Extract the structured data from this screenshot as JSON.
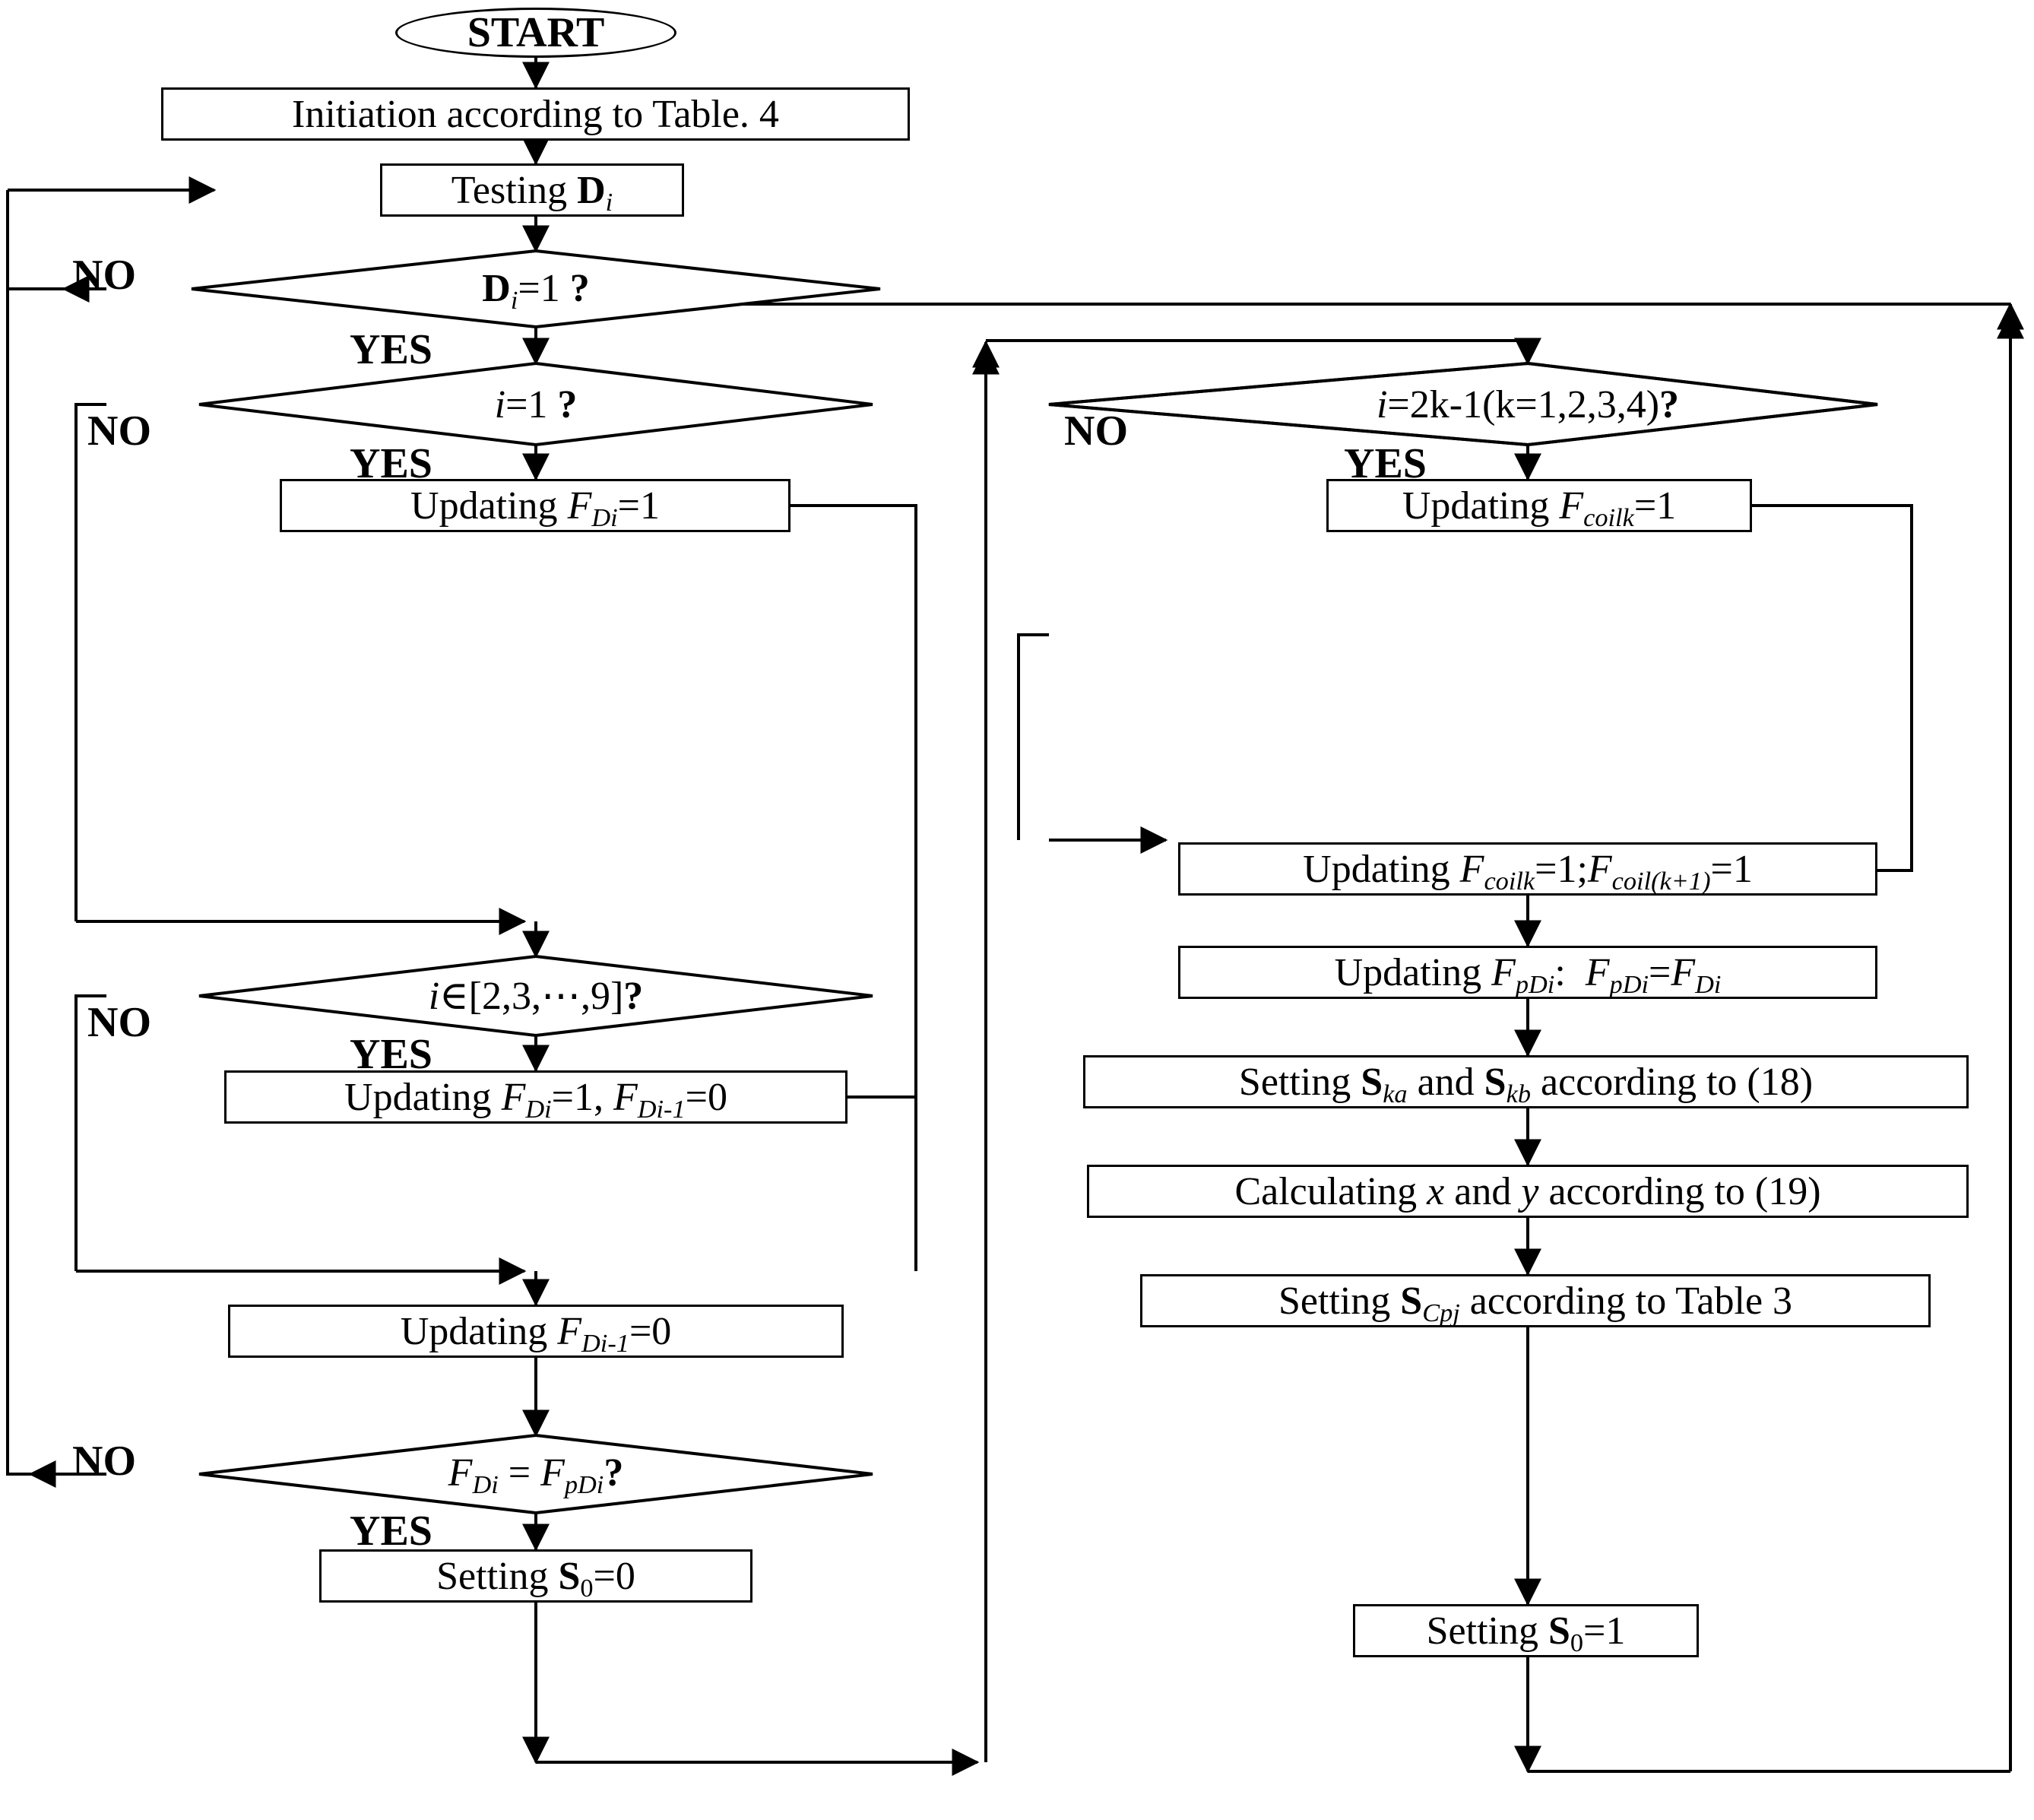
{
  "diagram": {
    "title": "Control algorithm flowchart",
    "background": "#ffffff",
    "stroke": "#000000"
  },
  "nodes": {
    "start": {
      "label": "START",
      "shape": "terminator"
    },
    "init": {
      "label": "Initiation according to Table. 4",
      "shape": "process"
    },
    "testing": {
      "label_html": "Testing <b>D</b><sub><i>i</i></sub>",
      "shape": "process"
    },
    "d_eq_1": {
      "label_html": "<b>D</b><sub><i>i</i></sub>=1 <b>?</b>",
      "shape": "decision"
    },
    "i_eq_1": {
      "label_html": "<i>i</i>=1 <b>?</b>",
      "shape": "decision"
    },
    "upd_fdi_1": {
      "label_html": "Updating <i>F</i><sub><i>Di</i></sub>=1",
      "shape": "process"
    },
    "i_in_range": {
      "label_html": "<i>i</i>∈[2,3,⋯,9]<b>?</b>",
      "shape": "decision"
    },
    "upd_fdi_fdi1": {
      "label_html": "Updating <i>F</i><sub><i>Di</i></sub>=1, <i>F</i><sub><i>Di-1</i></sub>=0",
      "shape": "process"
    },
    "upd_fdi1_0": {
      "label_html": "Updating <i>F</i><sub><i>Di-1</i></sub>=0",
      "shape": "process"
    },
    "fdi_eq_fpdi": {
      "label_html": "<i>F</i><sub><i>Di</i></sub> = <i>F</i><sub><i>pDi</i></sub><b>?</b>",
      "shape": "decision"
    },
    "set_s0_0": {
      "label_html": "Setting <b>S</b><sub>0</sub>=0",
      "shape": "process"
    },
    "i_eq_2k": {
      "label_html": "<i>i</i>=2k-1(k=1,2,3,4)<b>?</b>",
      "shape": "decision"
    },
    "upd_fcoilk": {
      "label_html": "Updating <i>F</i><sub><i>coilk</i></sub>=1",
      "shape": "process"
    },
    "upd_fcoilk_k1": {
      "label_html": "Updating <i>F</i><sub><i>coilk</i></sub>=1;<i>F</i><sub><i>coil(k+1)</i></sub>=1",
      "shape": "process"
    },
    "upd_fpdi": {
      "label_html": "Updating <i>F</i><sub><i>pDi</i></sub>:&nbsp; <i>F</i><sub><i>pDi</i></sub>=<i>F</i><sub><i>Di</i></sub>",
      "shape": "process"
    },
    "set_ska_skb": {
      "label_html": "Setting <b>S</b><sub><i>ka</i></sub> and <b>S</b><sub><i>kb</i></sub> according to (18)",
      "shape": "process"
    },
    "calc_xy": {
      "label_html": "Calculating <i>x</i> and <i>y</i> according to (19)",
      "shape": "process"
    },
    "set_scpj": {
      "label_html": "Setting <b>S</b><sub><i>Cpj</i></sub> according to Table 3",
      "shape": "process"
    },
    "set_s0_1": {
      "label_html": "Setting <b>S</b><sub>0</sub>=1",
      "shape": "process"
    }
  },
  "branch_labels": {
    "no_d1": "NO",
    "yes_d1": "YES",
    "no_i1": "NO",
    "yes_i1": "YES",
    "no_irange": "NO",
    "yes_irange": "YES",
    "no_fdi": "NO",
    "yes_fdi": "YES",
    "no_2k": "NO",
    "yes_2k": "YES"
  }
}
